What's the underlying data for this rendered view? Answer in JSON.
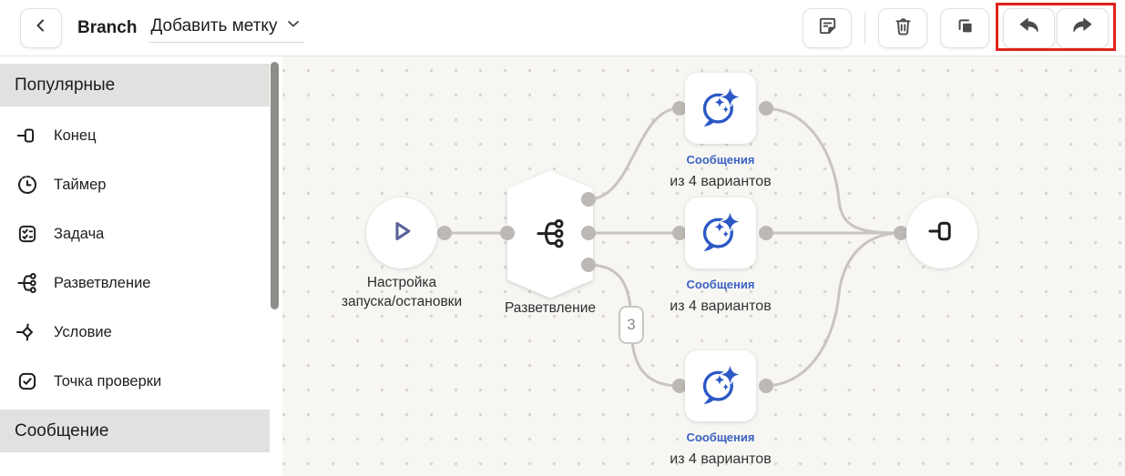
{
  "topbar": {
    "back_icon": "chevron-left-icon",
    "title": "Branch",
    "tag_dropdown": {
      "label": "Добавить метку",
      "icon": "chevron-down-icon"
    },
    "actions": {
      "note_icon": "note-icon",
      "trash_icon": "trash-icon",
      "copy_icon": "copy-icon",
      "undo_icon": "undo-arrow-icon",
      "redo_icon": "redo-arrow-icon"
    },
    "annotation": {
      "shape": "red-rectangle",
      "around": "undo-redo-buttons",
      "color": "#e0231c"
    }
  },
  "sidebar": {
    "section_popular": {
      "title": "Популярные"
    },
    "items": [
      {
        "icon": "end-icon",
        "label": "Конец"
      },
      {
        "icon": "timer-icon",
        "label": "Таймер"
      },
      {
        "icon": "task-icon",
        "label": "Задача"
      },
      {
        "icon": "branch-icon",
        "label": "Разветвление"
      },
      {
        "icon": "condition-icon",
        "label": "Условие"
      },
      {
        "icon": "checkpoint-icon",
        "label": "Точка проверки"
      }
    ],
    "section_message": {
      "title": "Сообщение"
    }
  },
  "canvas": {
    "start_node": {
      "icon": "play-icon",
      "label_line1": "Настройка",
      "label_line2": "запуска/остановки"
    },
    "branch_node": {
      "icon": "branch-icon",
      "label": "Разветвление"
    },
    "messages": [
      {
        "icon": "ai-message-icon",
        "sublabel": "Сообщения",
        "label": "из 4 вариантов"
      },
      {
        "icon": "ai-message-icon",
        "sublabel": "Сообщения",
        "label": "из 4 вариантов"
      },
      {
        "icon": "ai-message-icon",
        "sublabel": "Сообщения",
        "label": "из 4 вариантов"
      }
    ],
    "end_node": {
      "icon": "end-icon"
    },
    "edge_badge": "3"
  },
  "colors": {
    "accent_blue": "#2b58c5",
    "play_indigo": "#5a6399",
    "wire_gray": "#c8c5c1",
    "port_gray": "#bcb9b5",
    "annotation_red": "#e0231c",
    "canvas_bg": "#f7f6f3",
    "section_header_bg": "#e2e1df"
  }
}
